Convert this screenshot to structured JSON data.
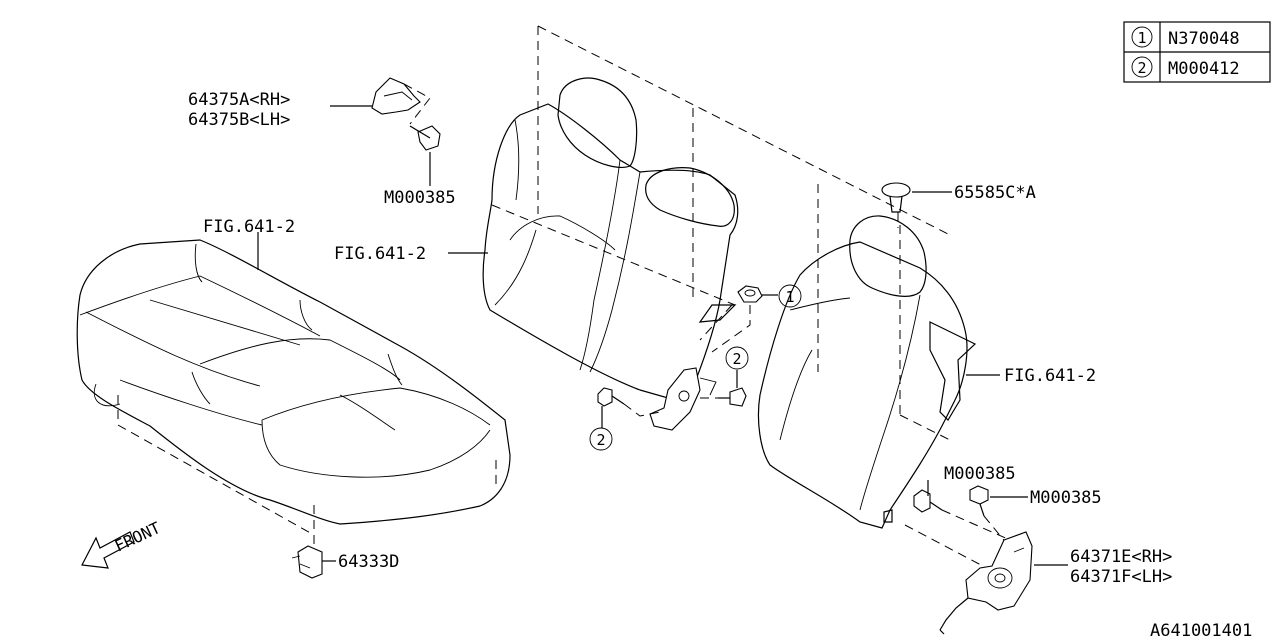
{
  "legend": {
    "rows": [
      {
        "mark": "1",
        "code": "N370048"
      },
      {
        "mark": "2",
        "code": "M000412"
      }
    ]
  },
  "callouts": {
    "fig_seat_cushion": "FIG.641-2",
    "fig_back_center": "FIG.641-2",
    "fig_back_right": "FIG.641-2",
    "hinge_rh": "64375A<RH>",
    "hinge_lh": "64375B<LH>",
    "bolt_top": "M000385",
    "clip": "65585C*A",
    "hook": "64333D",
    "bolt_right_a": "M000385",
    "bolt_right_b": "M000385",
    "bracket_rh": "64371E<RH>",
    "bracket_lh": "64371F<LH>"
  },
  "ref_marks": {
    "nut_mark": "1",
    "bolt_mark_center": "2",
    "bolt_mark_left": "2"
  },
  "direction_label": "FRONT",
  "diagram_id": "A641001401"
}
